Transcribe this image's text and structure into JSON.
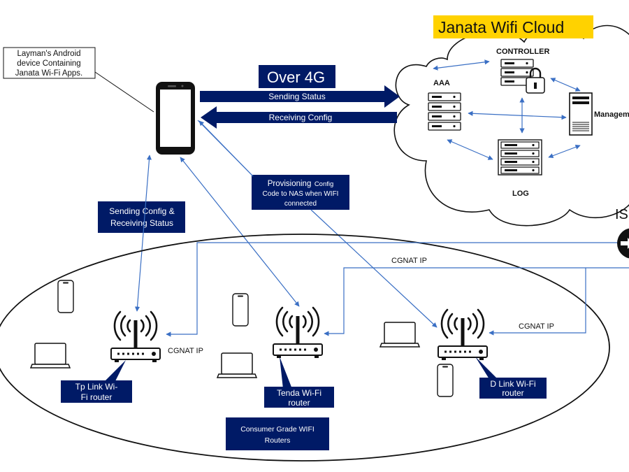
{
  "cloud": {
    "title": "Janata Wifi Cloud"
  },
  "servers": {
    "controller": "CONTROLLER",
    "aaa": "AAA",
    "management": "Management",
    "log": "LOG"
  },
  "phone_callout": {
    "line1": "Layman's Android",
    "line2": "device Containing",
    "line3": "Janata Wi-Fi Apps."
  },
  "over4g": "Over 4G",
  "sending_status": "Sending Status",
  "receiving_config": "Receiving Config",
  "provisioning": {
    "line1_a": "Provisioning",
    "line1_b": "Config",
    "line2": "Code to NAS when  WIFI",
    "line3": "connected"
  },
  "sending_config_box": {
    "line1": "Sending Config &",
    "line2": "Receiving  Status"
  },
  "isp_label": "IS",
  "cgnat": {
    "top": "CGNAT IP",
    "right": "CGNAT IP",
    "left": "CGNAT IP"
  },
  "routers": {
    "tplink": {
      "line1": "Tp Link  Wi-",
      "line2": "Fi router"
    },
    "tenda": {
      "line1": "Tenda Wi-Fi",
      "line2": "router"
    },
    "dlink": {
      "line1": "D Link Wi-Fi",
      "line2": "router"
    }
  },
  "consumer_box": {
    "line1": "Consumer Grade WIFI",
    "line2": "Routers"
  },
  "colors": {
    "navy": "#001a66",
    "yellow": "#ffd200",
    "link": "#3a6fc4"
  }
}
